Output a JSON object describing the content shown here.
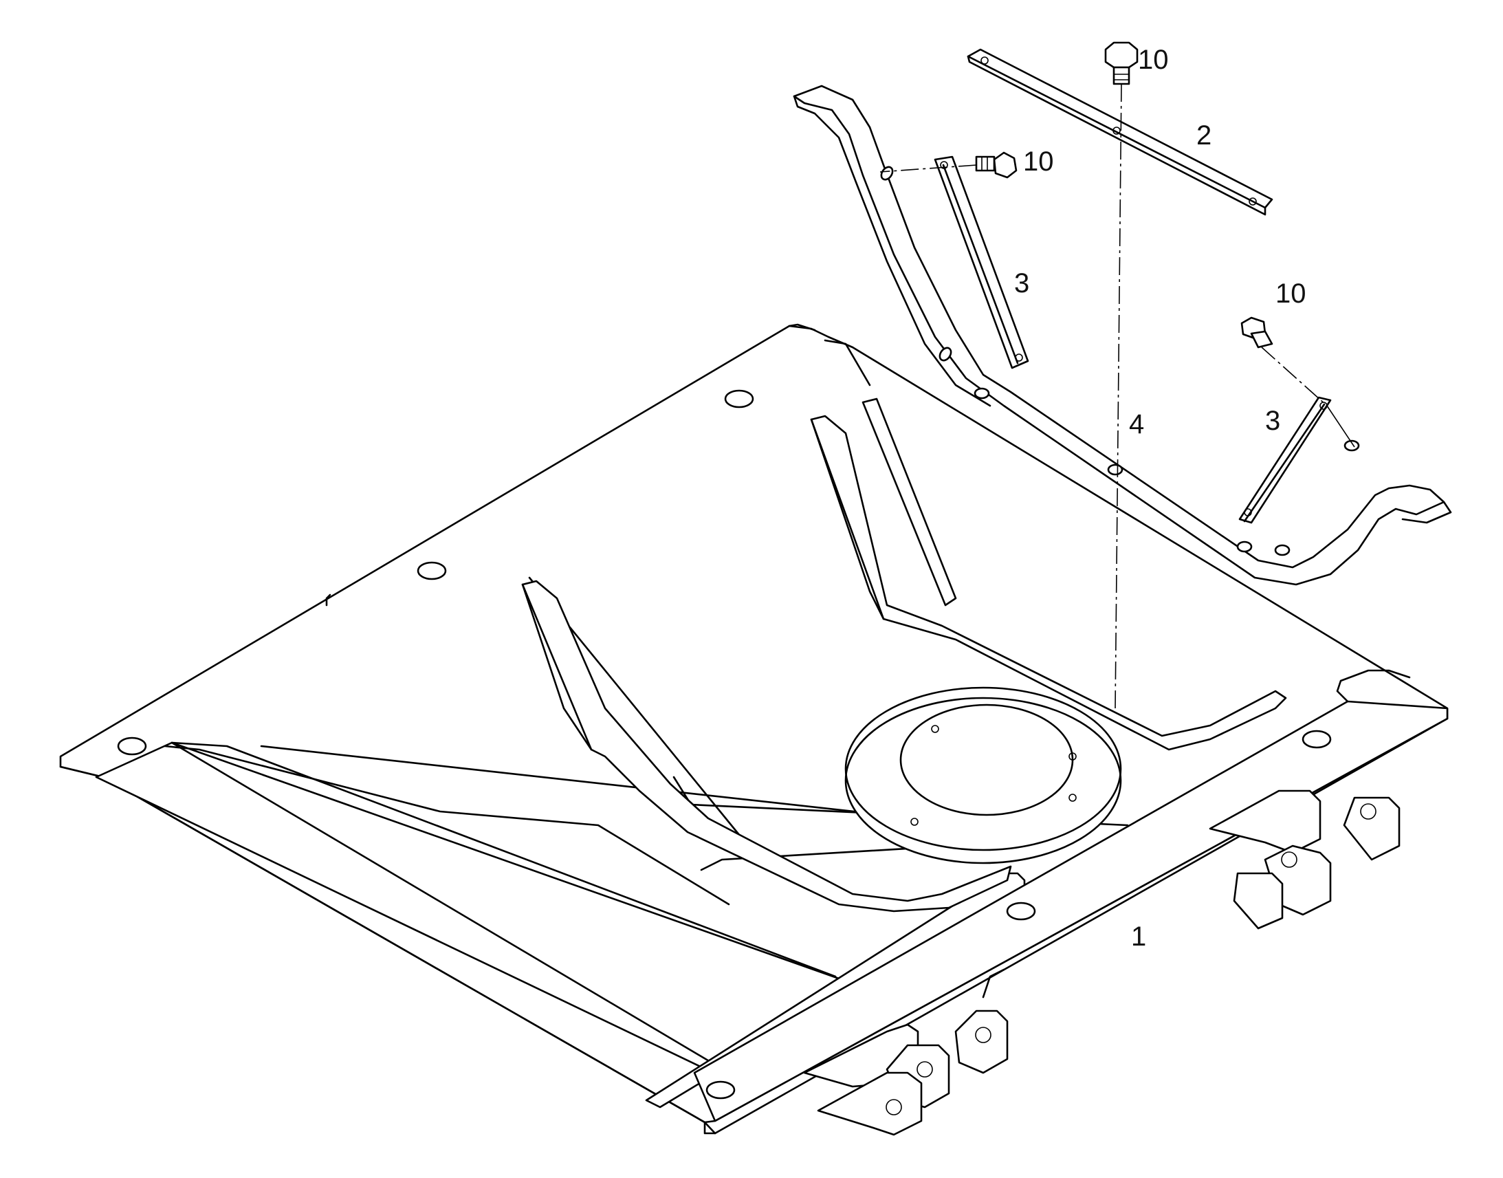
{
  "diagram": {
    "callouts": {
      "part_1": "1",
      "part_2": "2",
      "part_3_left": "3",
      "part_3_right": "3",
      "part_4": "4",
      "part_10_top": "10",
      "part_10_mid": "10",
      "part_10_right": "10"
    },
    "colors": {
      "line": "#000000",
      "background": "#ffffff"
    }
  }
}
